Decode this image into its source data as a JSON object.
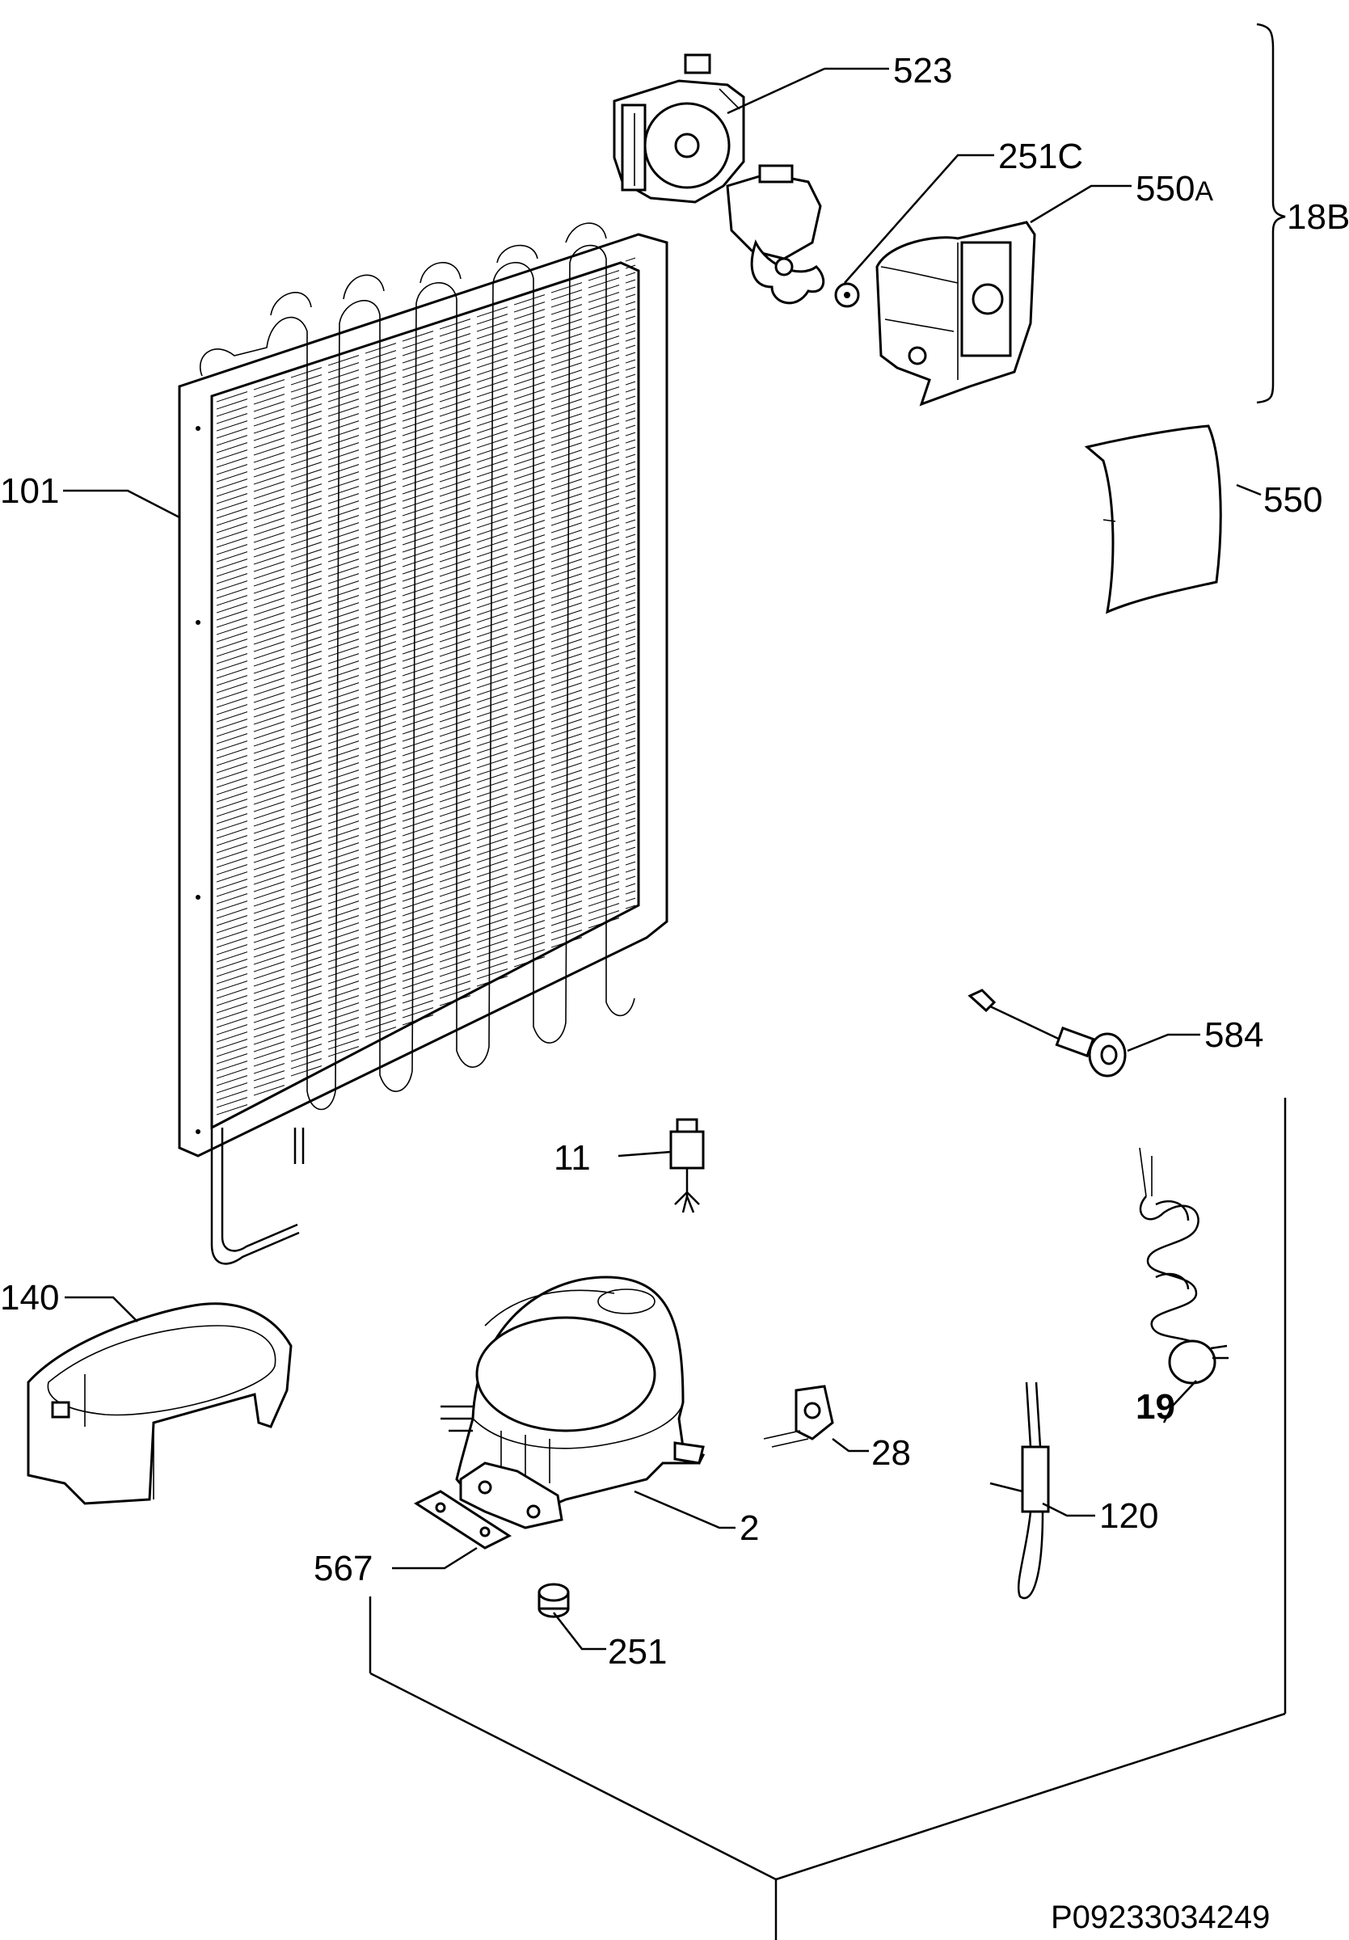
{
  "diagram": {
    "reference_code": "P09233034249",
    "labels": {
      "p523": "523",
      "p251c": "251C",
      "p550a_num": "550",
      "p550a_suffix": "A",
      "p18b": "18B",
      "p101": "101",
      "p550": "550",
      "p584": "584",
      "p11": "11",
      "p140": "140",
      "p19": "19",
      "p28": "28",
      "p2": "2",
      "p120": "120",
      "p567": "567",
      "p251": "251"
    }
  }
}
